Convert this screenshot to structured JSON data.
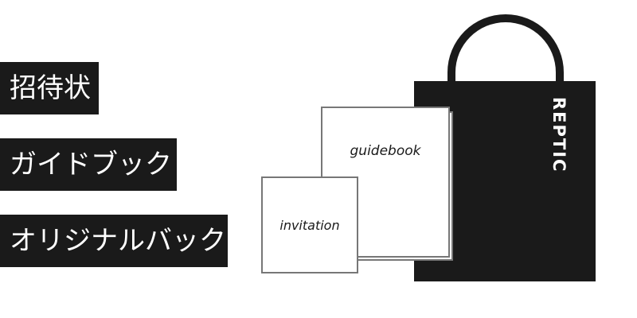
{
  "labels": [
    {
      "text": "招待状"
    },
    {
      "text": "ガイドブック"
    },
    {
      "text": "オリジナルバック"
    }
  ],
  "bag": {
    "brand": "REPTIC",
    "color": "#1a1a1a"
  },
  "guidebook": {
    "title": "guidebook"
  },
  "invitation": {
    "title": "invitation"
  }
}
